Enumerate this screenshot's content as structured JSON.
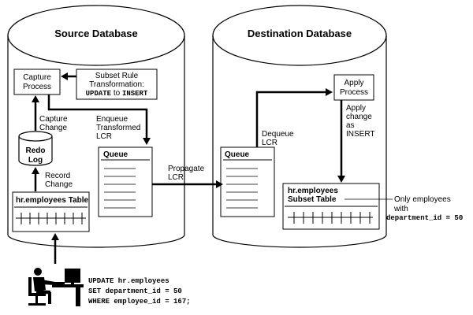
{
  "source_db": {
    "title": "Source Database",
    "capture_process": [
      "Capture",
      "Process"
    ],
    "subset_rule": {
      "line1": "Subset Rule",
      "line2": "Transformation:",
      "mono": "UPDATE",
      "mid": " to ",
      "mono2": "INSERT"
    },
    "enqueue_label": [
      "Enqueue",
      "Transformed",
      "LCR"
    ],
    "capture_change_label": [
      "Capture",
      "Change"
    ],
    "redo_log": [
      "Redo",
      "Log"
    ],
    "record_change_label": [
      "Record",
      "Change"
    ],
    "queue_title": "Queue",
    "table_title": "hr.employees Table"
  },
  "propagate_label": [
    "Propagate",
    "LCR"
  ],
  "dest_db": {
    "title": "Destination Database",
    "apply_process": [
      "Apply",
      "Process"
    ],
    "dequeue_label": [
      "Dequeue",
      "LCR"
    ],
    "apply_change_label": [
      "Apply",
      "change",
      "as",
      "INSERT"
    ],
    "queue_title": "Queue",
    "subset_table": [
      "hr.employees",
      "Subset Table"
    ],
    "note": [
      "Only employees",
      "with",
      "department_id = 50"
    ]
  },
  "sql_statement": [
    "UPDATE hr.employees",
    "SET department_id = 50",
    "WHERE employee_id = 167;"
  ]
}
